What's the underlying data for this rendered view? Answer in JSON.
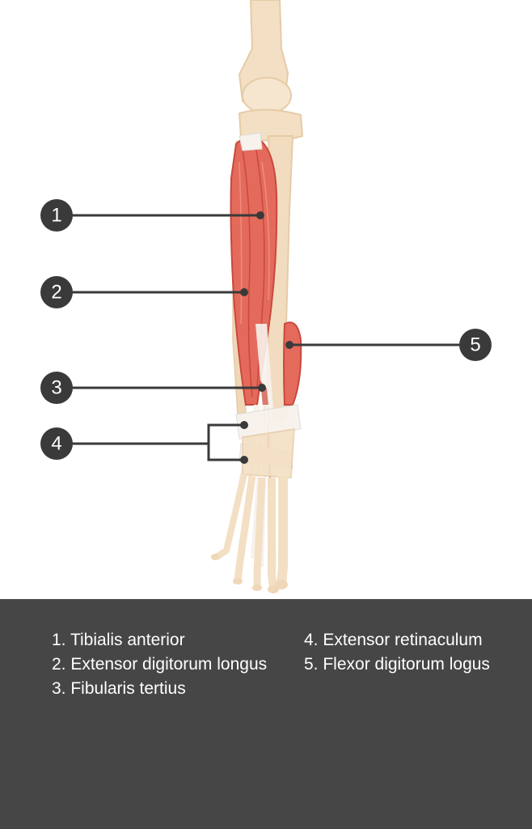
{
  "markers": [
    {
      "id": "1",
      "label": "1"
    },
    {
      "id": "2",
      "label": "2"
    },
    {
      "id": "3",
      "label": "3"
    },
    {
      "id": "4",
      "label": "4"
    },
    {
      "id": "5",
      "label": "5"
    }
  ],
  "legend": {
    "left": [
      {
        "text": "1. Tibialis anterior"
      },
      {
        "text": "2. Extensor digitorum longus"
      },
      {
        "text": "3. Fibularis tertius"
      }
    ],
    "right": [
      {
        "text": "4. Extensor retinaculum"
      },
      {
        "text": "5. Flexor digitorum logus"
      }
    ]
  },
  "colors": {
    "bone": "#f3dfc4",
    "bone_shadow": "#e6cba6",
    "muscle": "#e46b5c",
    "muscle_dark": "#c9483c",
    "tendon": "#f7f2ec",
    "marker": "#3a3a3a",
    "legend_bg": "#464646"
  }
}
